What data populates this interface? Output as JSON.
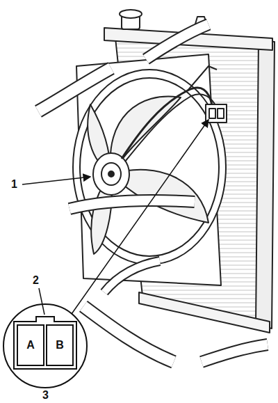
{
  "diagram": {
    "nodes": [
      {
        "text": [
          "A"
        ]
      },
      {
        "text": [
          "B"
        ]
      }
    ],
    "labels": [
      "1",
      "2",
      "3"
    ]
  }
}
